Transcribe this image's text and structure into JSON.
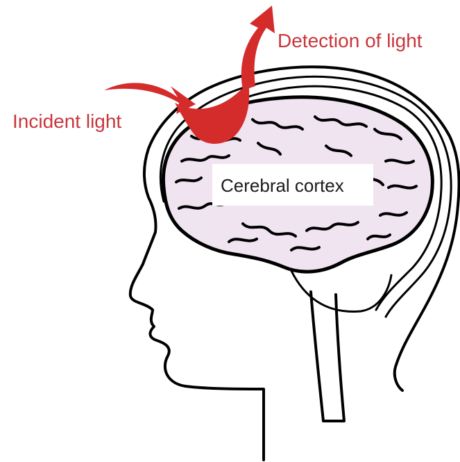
{
  "labels": {
    "detection": "Detection of light",
    "incident": "Incident light",
    "cortex": "Cerebral cortex"
  },
  "colors": {
    "light_path": "#d42b2b",
    "label_red": "#c8363c",
    "brain_fill": "#f0e4f1",
    "outline": "#000000",
    "label_dark": "#1a1a1a",
    "label_box": "#ffffff"
  },
  "icons": {
    "light_path": "curved-arrow-icon",
    "head": "human-head-profile-icon",
    "brain": "brain-icon"
  }
}
